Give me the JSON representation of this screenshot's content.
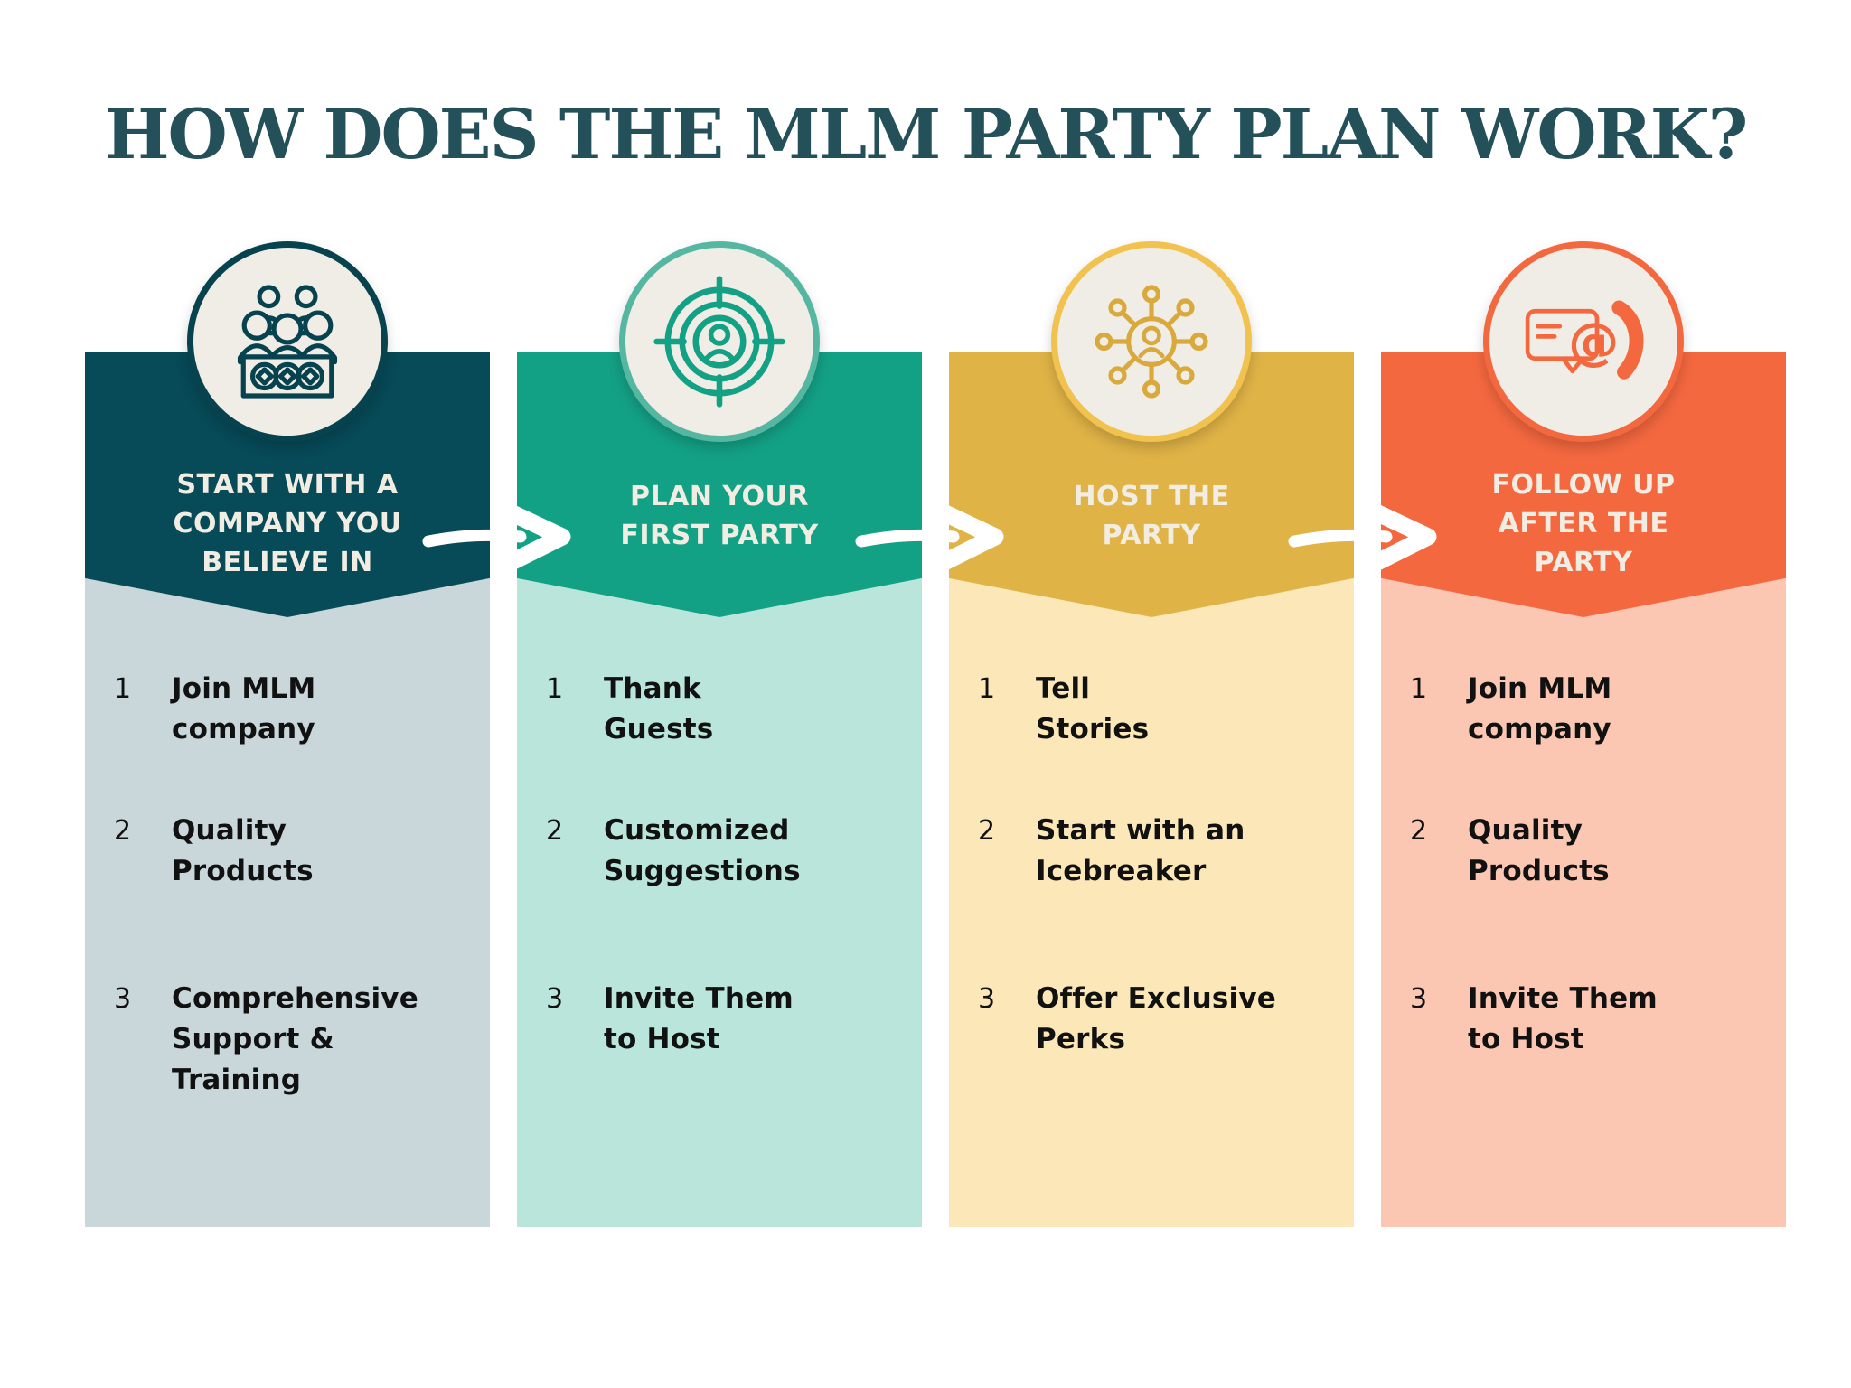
{
  "title": "HOW DOES THE MLM PARTY PLAN WORK?",
  "palette": {
    "background": "#ffffff",
    "title_text": "#24505a",
    "header_text": "#f2ede3",
    "item_text": "#111111",
    "arrow": "#ffffff",
    "circle_fill": "#f0ede6",
    "col1_header": "#074a58",
    "col1_body": "#c9d7da",
    "col1_icon": "#07424f",
    "col2_header": "#13a185",
    "col2_body": "#b9e5da",
    "col2_ring": "#55b7a1",
    "col3_header": "#e0b346",
    "col3_body": "#fbe7b7",
    "col3_icon": "#d9a93c",
    "col4_header": "#f4683f",
    "col4_body": "#fbc7b3",
    "col4_icon": "#f4683f"
  },
  "columns": [
    {
      "icon": "team-icon",
      "header": "START WITH A\nCOMPANY YOU\nBELIEVE IN",
      "items": [
        {
          "num": "1",
          "text": "Join MLM\ncompany"
        },
        {
          "num": "2",
          "text": "Quality\nProducts"
        },
        {
          "num": "3",
          "text": "Comprehensive\nSupport &\nTraining"
        }
      ]
    },
    {
      "icon": "target-customer-icon",
      "header": "PLAN YOUR\nFIRST PARTY",
      "items": [
        {
          "num": "1",
          "text": "Thank\nGuests"
        },
        {
          "num": "2",
          "text": "Customized\nSuggestions"
        },
        {
          "num": "3",
          "text": "Invite Them\nto Host"
        }
      ]
    },
    {
      "icon": "network-people-icon",
      "header": "HOST THE\nPARTY",
      "items": [
        {
          "num": "1",
          "text": "Tell\nStories"
        },
        {
          "num": "2",
          "text": "Start with an\nIcebreaker"
        },
        {
          "num": "3",
          "text": "Offer Exclusive\nPerks"
        }
      ]
    },
    {
      "icon": "message-phone-icon",
      "header": "FOLLOW UP\nAFTER THE\nPARTY",
      "items": [
        {
          "num": "1",
          "text": "Join MLM\ncompany"
        },
        {
          "num": "2",
          "text": "Quality\nProducts"
        },
        {
          "num": "3",
          "text": "Invite Them\nto Host"
        }
      ]
    }
  ]
}
